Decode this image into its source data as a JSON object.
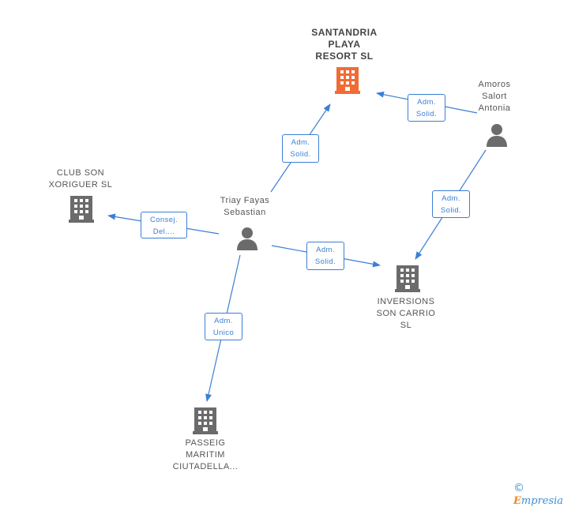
{
  "colors": {
    "edge": "#3a7fd5",
    "main_company": "#f26b35",
    "company": "#6b6b6b",
    "person": "#6b6b6b"
  },
  "nodes": {
    "santandria": {
      "label": "SANTANDRIA\nPLAYA\nRESORT  SL",
      "type": "company-main",
      "icon": "building-icon"
    },
    "amoros": {
      "label": "Amoros\nSalort\nAntonia",
      "type": "person",
      "icon": "person-icon"
    },
    "club": {
      "label": "CLUB SON\nXORIGUER SL",
      "type": "company",
      "icon": "building-icon"
    },
    "triay": {
      "label": "Triay Fayas\nSebastian",
      "type": "person",
      "icon": "person-icon"
    },
    "inversions": {
      "label": "INVERSIONS\nSON CARRIO\nSL",
      "type": "company",
      "icon": "building-icon"
    },
    "passeig": {
      "label": "PASSEIG\nMARITIM\nCIUTADELLA...",
      "type": "company",
      "icon": "building-icon"
    }
  },
  "edges": {
    "triay_santandria": "Adm.\nSolid.",
    "amoros_santandria": "Adm.\nSolid.",
    "amoros_inversions": "Adm.\nSolid.",
    "triay_club": "Consej.\nDel....",
    "triay_inversions": "Adm.\nSolid.",
    "triay_passeig": "Adm.\nUnico"
  },
  "brand": {
    "symbol": "©",
    "first_letter": "E",
    "rest": "mpresia"
  }
}
